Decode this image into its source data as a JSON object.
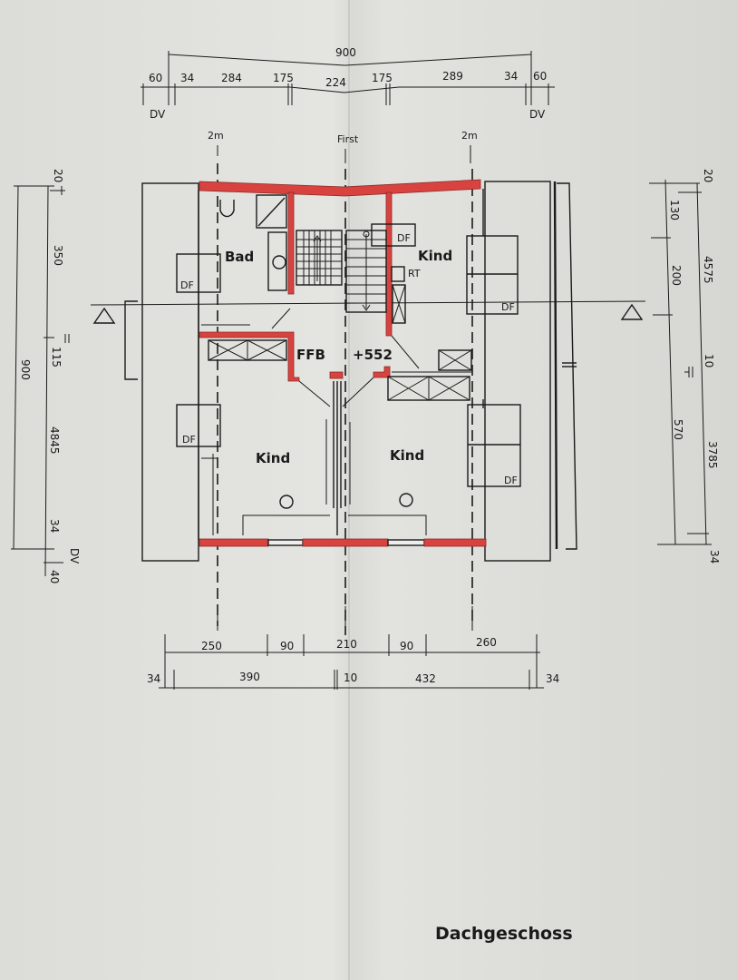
{
  "drawing": {
    "title": "Dachgeschoss",
    "wall_color": "#d9433f",
    "paper_color": "#e0e0dc"
  },
  "top_dims": {
    "overall": "900",
    "segments": [
      "60",
      "34",
      "284",
      "175",
      "224",
      "175",
      "289",
      "34",
      "60"
    ],
    "left_tag": "DV",
    "right_tag": "DV"
  },
  "height_marks": {
    "left": "2m",
    "center": "First",
    "right": "2m"
  },
  "left_dims": {
    "overall": "900",
    "segments": [
      "20",
      "350",
      "115",
      "4845",
      "34",
      "40"
    ],
    "tag": "DV"
  },
  "right_dims": {
    "outer": [
      "20",
      "4575",
      "10",
      "3785",
      "34"
    ],
    "inner": [
      "130",
      "200",
      "570"
    ]
  },
  "bottom_dims": {
    "row1": [
      "250",
      "90",
      "210",
      "90",
      "260"
    ],
    "row2": [
      "34",
      "390",
      "10",
      "432",
      "34"
    ]
  },
  "rooms": {
    "bath": "Bad",
    "kid_top_right": "Kind",
    "kid_bottom_left": "Kind",
    "kid_bottom_right": "Kind",
    "floor_level_label": "FFB",
    "floor_level_value": "+552"
  },
  "annotations": {
    "df": "DF",
    "rt": "RT"
  }
}
